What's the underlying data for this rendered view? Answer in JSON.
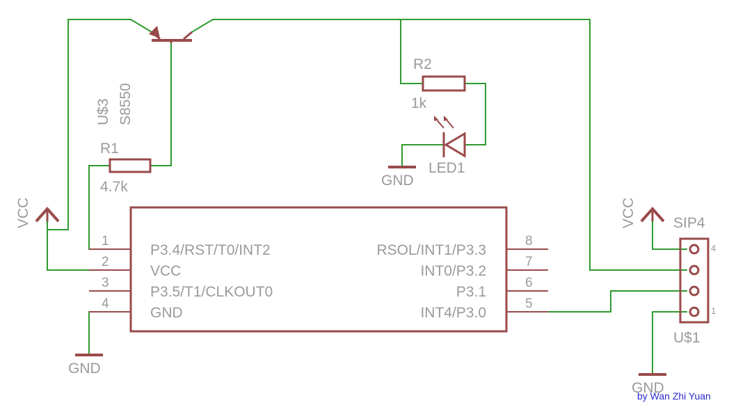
{
  "transistor": {
    "name": "U$3",
    "value": "S8550"
  },
  "r1": {
    "name": "R1",
    "value": "4.7k"
  },
  "r2": {
    "name": "R2",
    "value": "1k"
  },
  "led": {
    "name": "LED1"
  },
  "ic": {
    "left_pins": [
      {
        "num": "1",
        "label": "P3.4/RST/T0/INT2"
      },
      {
        "num": "2",
        "label": "VCC"
      },
      {
        "num": "3",
        "label": "P3.5/T1/CLKOUT0"
      },
      {
        "num": "4",
        "label": "GND"
      }
    ],
    "right_pins": [
      {
        "num": "8",
        "label": "RSOL/INT1/P3.3"
      },
      {
        "num": "7",
        "label": "INT0/P3.2"
      },
      {
        "num": "6",
        "label": "P3.1"
      },
      {
        "num": "5",
        "label": "INT4/P3.0"
      }
    ]
  },
  "connector": {
    "type": "SIP4",
    "name": "U$1",
    "pin_top": "4",
    "pin_bottom": "1"
  },
  "supplies": {
    "vcc": "VCC",
    "gnd": "GND"
  },
  "credit": "by Wan Zhi Yuan"
}
